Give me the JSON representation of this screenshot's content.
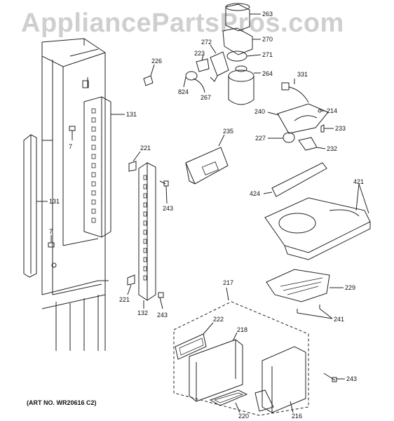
{
  "watermark": "AppliancePartsPros.com",
  "art_number": "(ART NO. WR20616 C2)",
  "callouts": {
    "c263": "263",
    "c270": "270",
    "c271": "271",
    "c272": "272",
    "c223": "223",
    "c226": "226",
    "c264": "264",
    "c824": "824",
    "c267": "267",
    "c331": "331",
    "c240": "240",
    "c214": "214",
    "c233": "233",
    "c227": "227",
    "c232": "232",
    "c131a": "131",
    "c131b": "131",
    "c7a": "7",
    "c7b": "7",
    "c221a": "221",
    "c221b": "221",
    "c243a": "243",
    "c243b": "243",
    "c235": "235",
    "c421": "421",
    "c424": "424",
    "c229": "229",
    "c241": "241",
    "c132": "132",
    "c217": "217",
    "c222": "222",
    "c218": "218",
    "c220": "220",
    "c216": "216"
  }
}
